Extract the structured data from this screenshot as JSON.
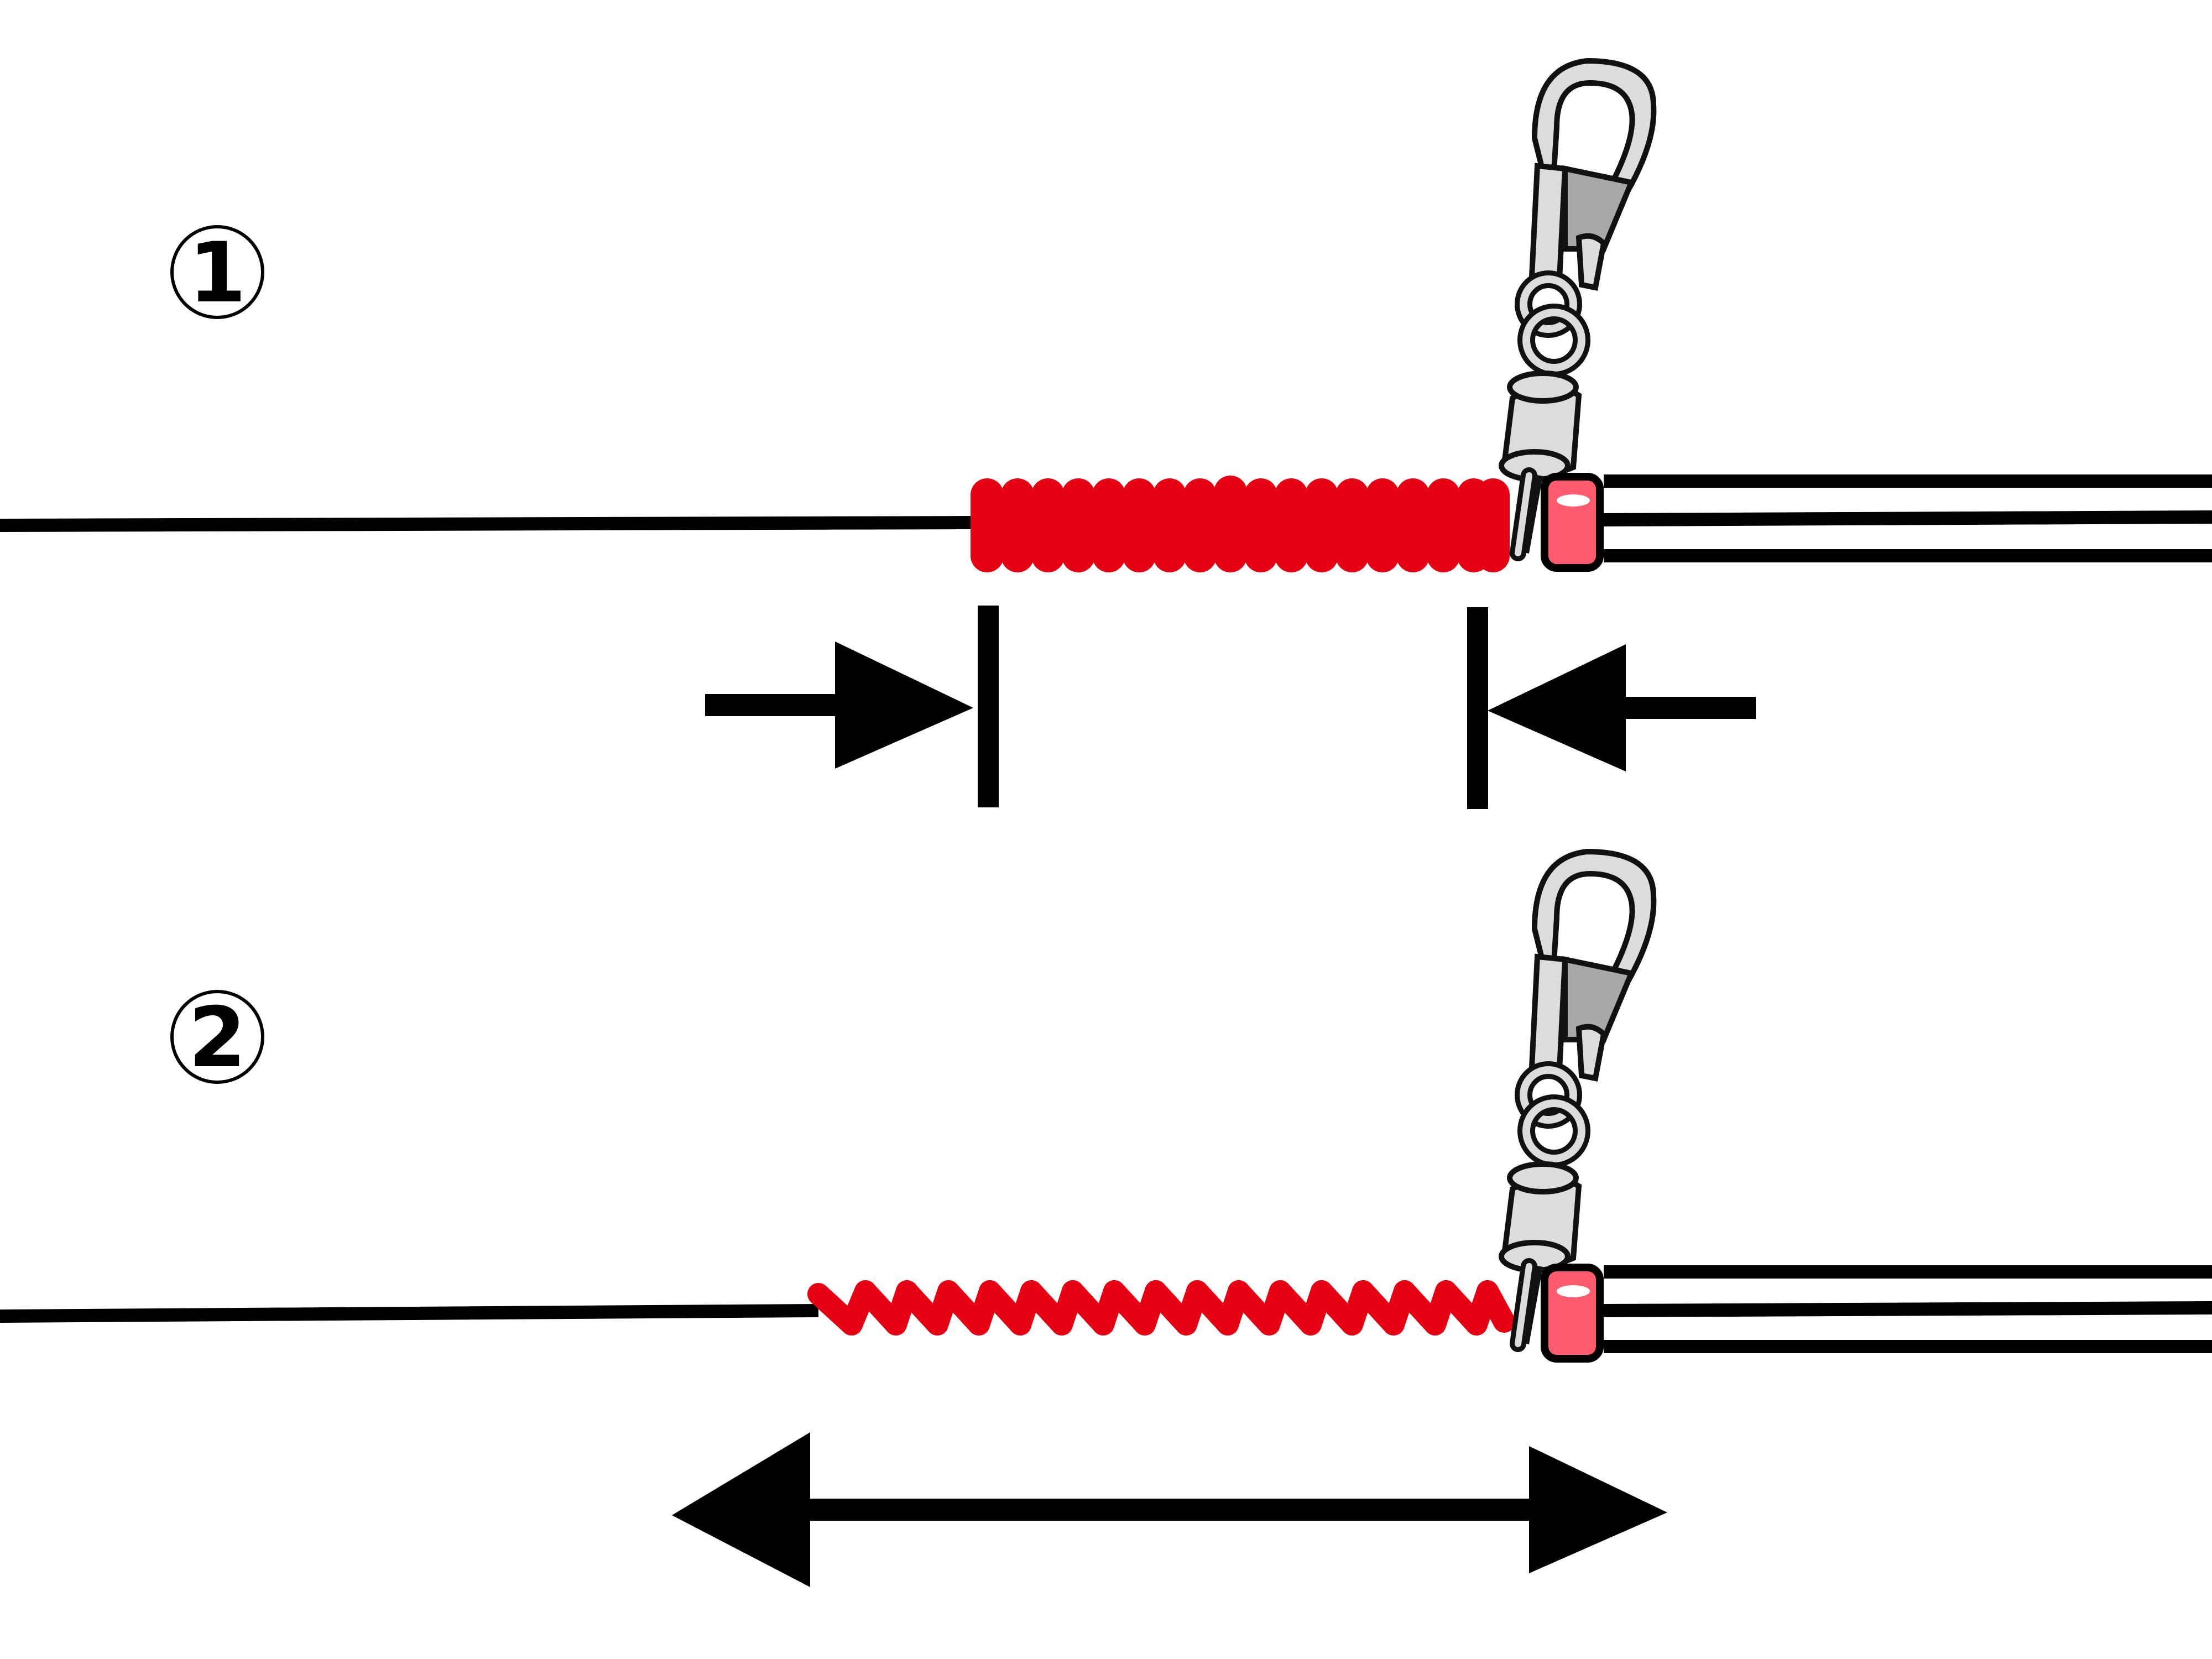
{
  "steps": [
    {
      "id": "1",
      "label": "1"
    },
    {
      "id": "2",
      "label": "2"
    }
  ],
  "icons": {
    "snap-swivel": "snap-swivel-icon",
    "bead": "bead-stopper-icon",
    "coil": "spring-coil-icon",
    "arrow-compress": "inward-arrows-icon",
    "arrow-extend": "double-headed-arrow-icon"
  },
  "colors": {
    "coil": "#e60012",
    "bead": "#ff5a6e",
    "metal": "#dcdcdc",
    "line": "#000000"
  }
}
